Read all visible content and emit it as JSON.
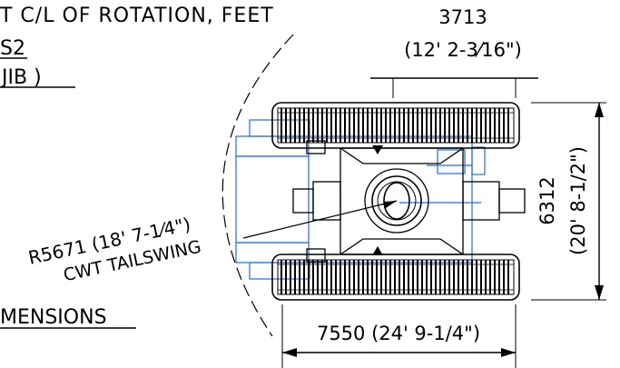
{
  "header": {
    "title_fragment": "T C/L OF ROTATION, FEET"
  },
  "legend": {
    "code": "S2",
    "jib_text": "JIB )"
  },
  "dimensions": {
    "width_mm": "3713",
    "width_ftin": "(12' 2-3⁄16\")",
    "height_mm": "6312",
    "height_ftin": "(20' 8-1/2\")",
    "length_label": "7550 (24' 9-1/4\")",
    "tailswing_radius": "R5671 (18' 7-1⁄4\")",
    "tailswing_caption": "CWT TAILSWING"
  },
  "footer": {
    "fragment": "MENSIONS"
  },
  "colors": {
    "line": "#000000",
    "blue": "#1e6fd9"
  }
}
